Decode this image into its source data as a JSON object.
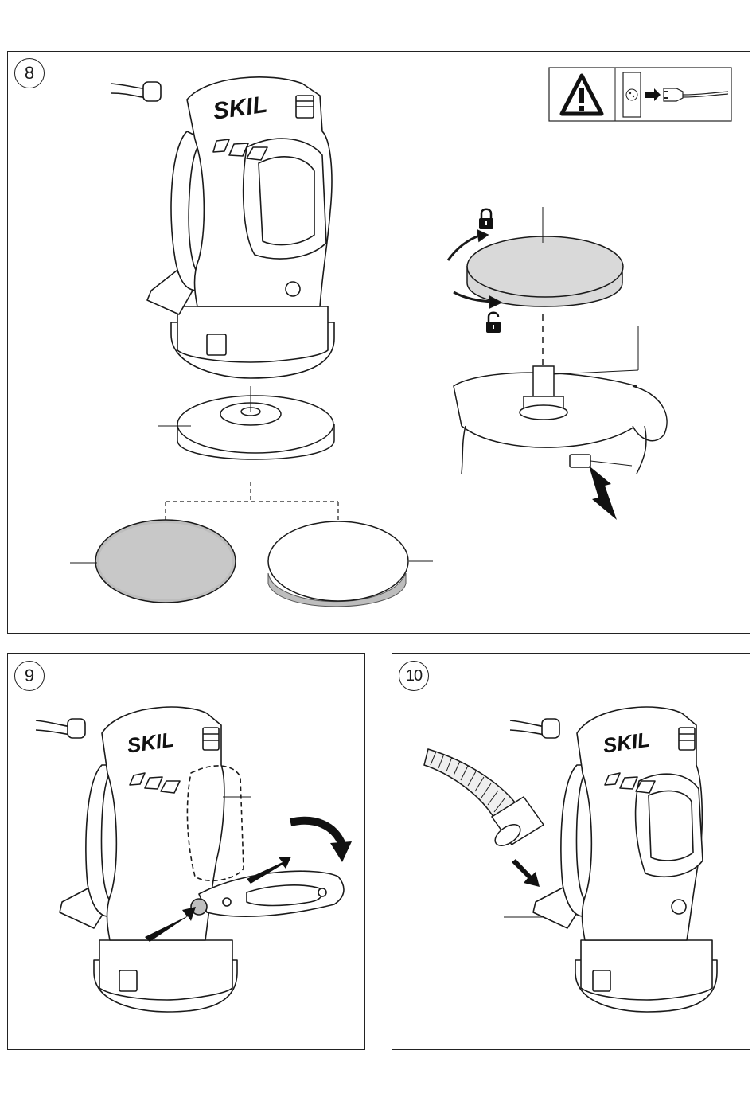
{
  "panels": [
    {
      "step": "8",
      "logo": "SKIL",
      "warning_icon": "warning-triangle-icon",
      "unplug_icon": "unplug-from-socket-icon",
      "lock_icon": "padlock-closed-icon",
      "unlock_icon": "padlock-open-icon"
    },
    {
      "step": "9",
      "logo": "SKIL"
    },
    {
      "step": "10",
      "logo": "SKIL"
    }
  ],
  "colors": {
    "line": "#1a1a1a",
    "pad_fill": "#d9d9d9",
    "arrow": "#111111"
  }
}
